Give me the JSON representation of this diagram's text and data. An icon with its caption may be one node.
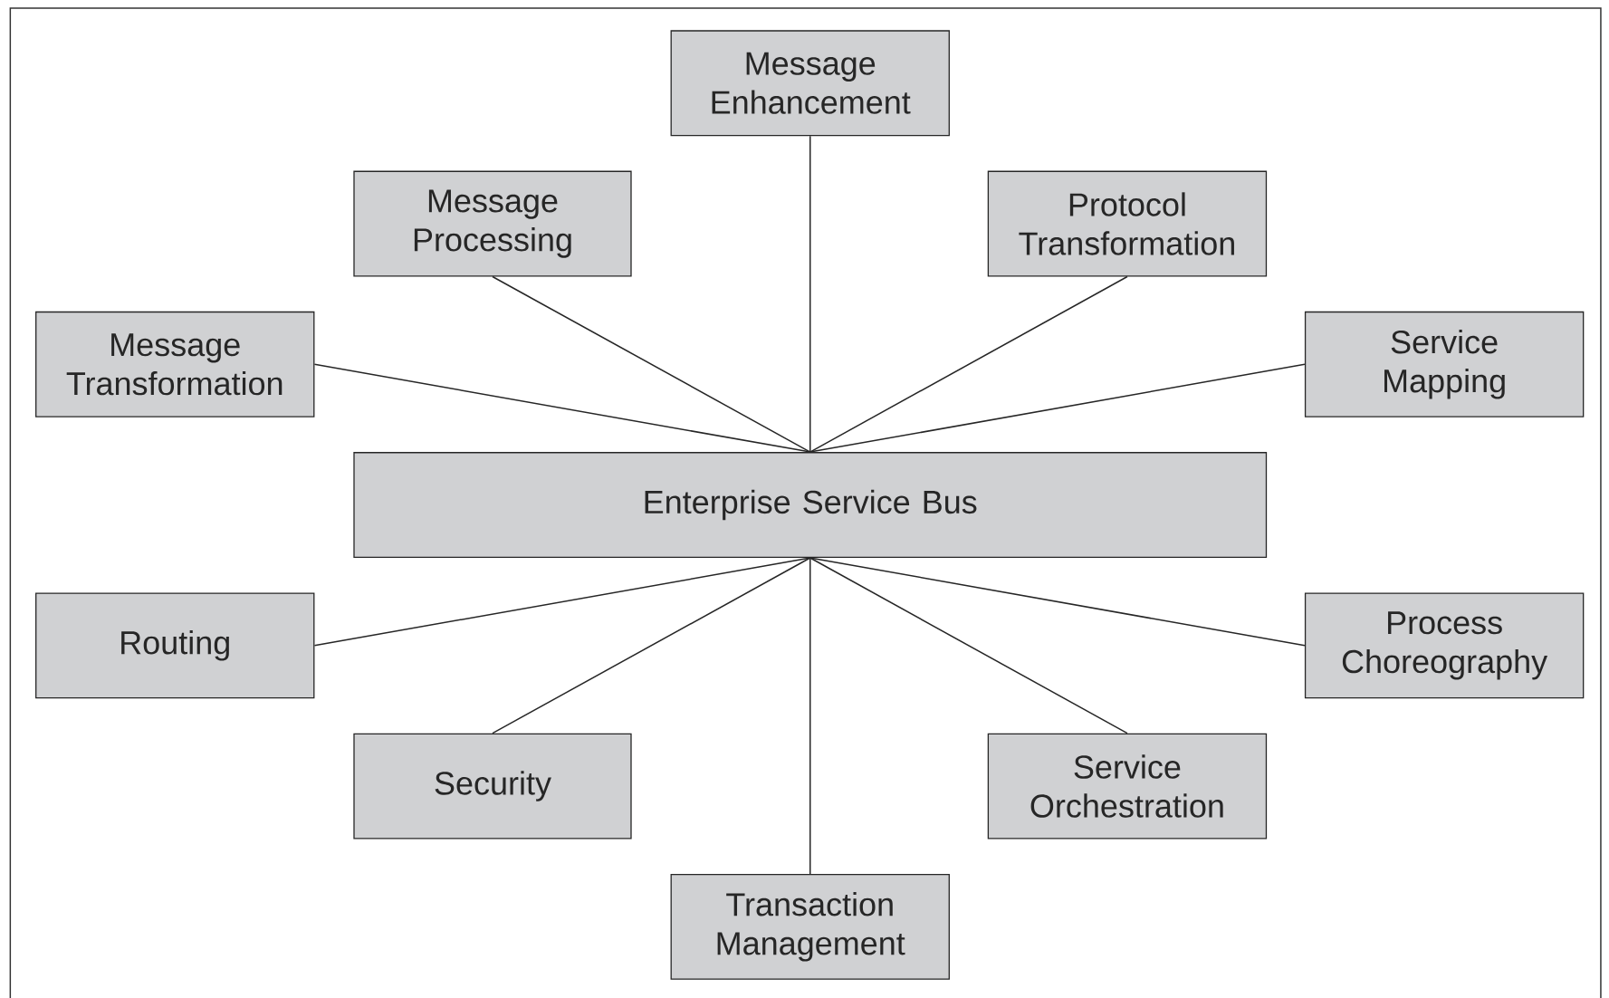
{
  "diagram": {
    "nodes": [
      {
        "text": [
          "Message Enhancement"
        ]
      },
      {
        "text": [
          "Message Processing"
        ]
      },
      {
        "text": [
          "Protocol Transformation"
        ]
      },
      {
        "text": [
          "Message Transformation"
        ]
      },
      {
        "text": [
          "Service Mapping"
        ]
      },
      {
        "text": [
          "Enterprise Service Bus"
        ]
      },
      {
        "text": [
          "Routing"
        ]
      },
      {
        "text": [
          "Process Choreography"
        ]
      },
      {
        "text": [
          "Security"
        ]
      },
      {
        "text": [
          "Service Orchestration"
        ]
      },
      {
        "text": [
          "Transaction Management"
        ]
      }
    ],
    "edges": [
      {
        "from": 5,
        "to": 0,
        "arrow": "none"
      },
      {
        "from": 5,
        "to": 1,
        "arrow": "none"
      },
      {
        "from": 5,
        "to": 2,
        "arrow": "none"
      },
      {
        "from": 5,
        "to": 3,
        "arrow": "none"
      },
      {
        "from": 5,
        "to": 4,
        "arrow": "none"
      },
      {
        "from": 5,
        "to": 6,
        "arrow": "none"
      },
      {
        "from": 5,
        "to": 7,
        "arrow": "none"
      },
      {
        "from": 5,
        "to": 8,
        "arrow": "none"
      },
      {
        "from": 5,
        "to": 9,
        "arrow": "none"
      },
      {
        "from": 5,
        "to": 10,
        "arrow": "none"
      }
    ]
  }
}
